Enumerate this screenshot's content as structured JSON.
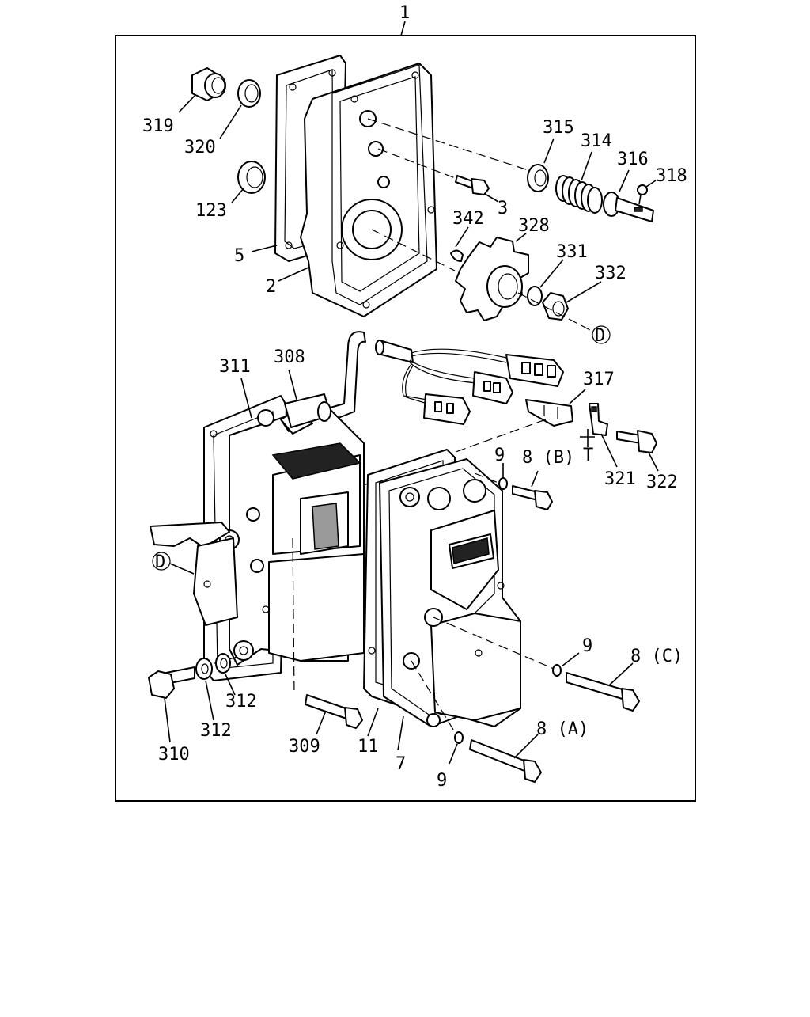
{
  "diagram": {
    "assembly_label": "1",
    "callouts": {
      "c319": "319",
      "c320": "320",
      "c123": "123",
      "c5": "5",
      "c2": "2",
      "c3": "3",
      "c315": "315",
      "c314": "314",
      "c316": "316",
      "c318": "318",
      "c342": "342",
      "c328": "328",
      "c331": "331",
      "c332": "332",
      "cD1": "D",
      "cD2": "D",
      "c311": "311",
      "c308": "308",
      "c317": "317",
      "cT": "T",
      "c321": "321",
      "c322": "322",
      "c9a": "9",
      "c8B": "8 (B)",
      "c9b": "9",
      "c8C": "8 (C)",
      "c312a": "312",
      "c312b": "312",
      "c310": "310",
      "c309": "309",
      "c11": "11",
      "c7": "7",
      "c9c": "9",
      "c8A": "8 (A)"
    }
  }
}
